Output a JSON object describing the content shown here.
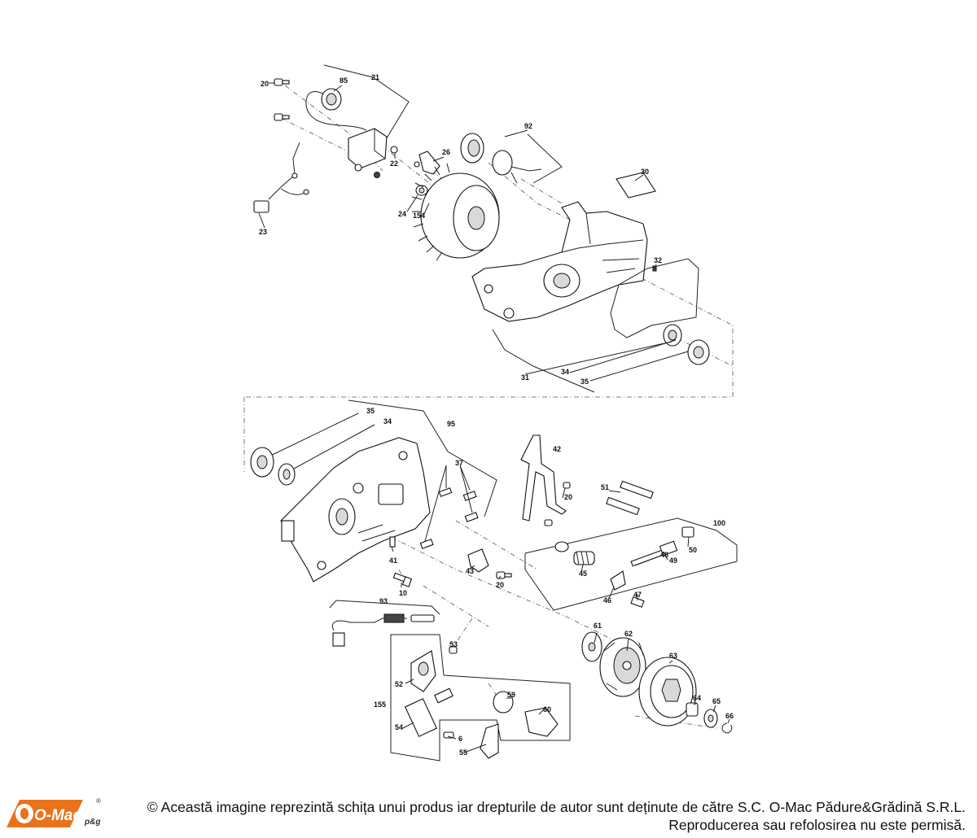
{
  "diagram": {
    "labels": [
      {
        "id": "l21",
        "text": "21"
      },
      {
        "id": "l85",
        "text": "85"
      },
      {
        "id": "l20a",
        "text": "20"
      },
      {
        "id": "l22",
        "text": "22"
      },
      {
        "id": "l23",
        "text": "23"
      },
      {
        "id": "l26",
        "text": "26"
      },
      {
        "id": "l24",
        "text": "24"
      },
      {
        "id": "l154",
        "text": "154"
      },
      {
        "id": "l92",
        "text": "92"
      },
      {
        "id": "l30",
        "text": "30"
      },
      {
        "id": "l32",
        "text": "32"
      },
      {
        "id": "l34a",
        "text": "34"
      },
      {
        "id": "l35a",
        "text": "35"
      },
      {
        "id": "l31",
        "text": "31"
      },
      {
        "id": "l35b",
        "text": "35"
      },
      {
        "id": "l34b",
        "text": "34"
      },
      {
        "id": "l95",
        "text": "95"
      },
      {
        "id": "l42",
        "text": "42"
      },
      {
        "id": "l37",
        "text": "37"
      },
      {
        "id": "l20b",
        "text": "20"
      },
      {
        "id": "l51",
        "text": "51"
      },
      {
        "id": "l100",
        "text": "100"
      },
      {
        "id": "l50",
        "text": "50"
      },
      {
        "id": "l48",
        "text": "48"
      },
      {
        "id": "l49",
        "text": "49"
      },
      {
        "id": "l45",
        "text": "45"
      },
      {
        "id": "l46",
        "text": "46"
      },
      {
        "id": "l47",
        "text": "47"
      },
      {
        "id": "l41",
        "text": "41"
      },
      {
        "id": "l43",
        "text": "43"
      },
      {
        "id": "l20c",
        "text": "20"
      },
      {
        "id": "l10",
        "text": "10"
      },
      {
        "id": "l93",
        "text": "93"
      },
      {
        "id": "l53",
        "text": "53"
      },
      {
        "id": "l52",
        "text": "52"
      },
      {
        "id": "l155",
        "text": "155"
      },
      {
        "id": "l59",
        "text": "59"
      },
      {
        "id": "l60",
        "text": "60"
      },
      {
        "id": "l54",
        "text": "54"
      },
      {
        "id": "l6",
        "text": "6"
      },
      {
        "id": "l55",
        "text": "55"
      },
      {
        "id": "l61",
        "text": "61"
      },
      {
        "id": "l62",
        "text": "62"
      },
      {
        "id": "l63",
        "text": "63"
      },
      {
        "id": "l64",
        "text": "64"
      },
      {
        "id": "l65",
        "text": "65"
      },
      {
        "id": "l66",
        "text": "66"
      }
    ]
  },
  "footer": {
    "logo_text": "O-Mac",
    "logo_suffix": "p&g",
    "logo_mark": "®",
    "line1": "© Această imagine reprezintă schița unui produs iar drepturile de autor sunt deținute de către S.C. O-Mac Pădure&Grădină S.R.L.",
    "line2": "Reproducerea sau refolosirea nu este permisă."
  }
}
